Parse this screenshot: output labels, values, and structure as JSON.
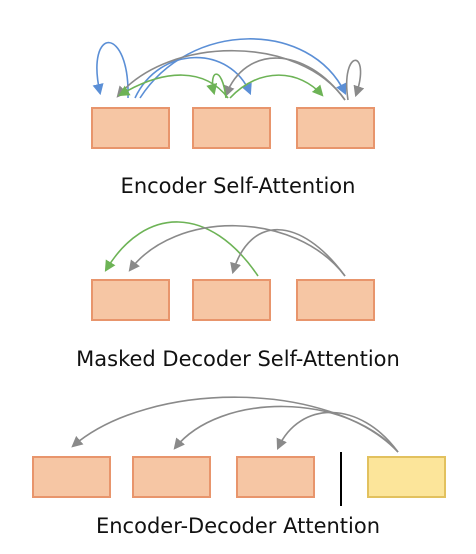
{
  "panels": [
    {
      "id": "encoder",
      "caption": "Encoder Self-Attention",
      "tokens": 3
    },
    {
      "id": "masked",
      "caption": "Masked Decoder Self-Attention",
      "tokens": 3
    },
    {
      "id": "cross",
      "caption": "Encoder-Decoder Attention",
      "encoder_tokens": 3,
      "decoder_tokens": 1
    }
  ],
  "colors": {
    "token_fill": "#f6c6a4",
    "token_stroke": "#e8956c",
    "decoder_fill": "#fce59a",
    "decoder_stroke": "#e2c15e",
    "arrow_blue": "#5b8fd6",
    "arrow_green": "#6db356",
    "arrow_gray": "#8a8a8a",
    "separator": "#000000"
  }
}
